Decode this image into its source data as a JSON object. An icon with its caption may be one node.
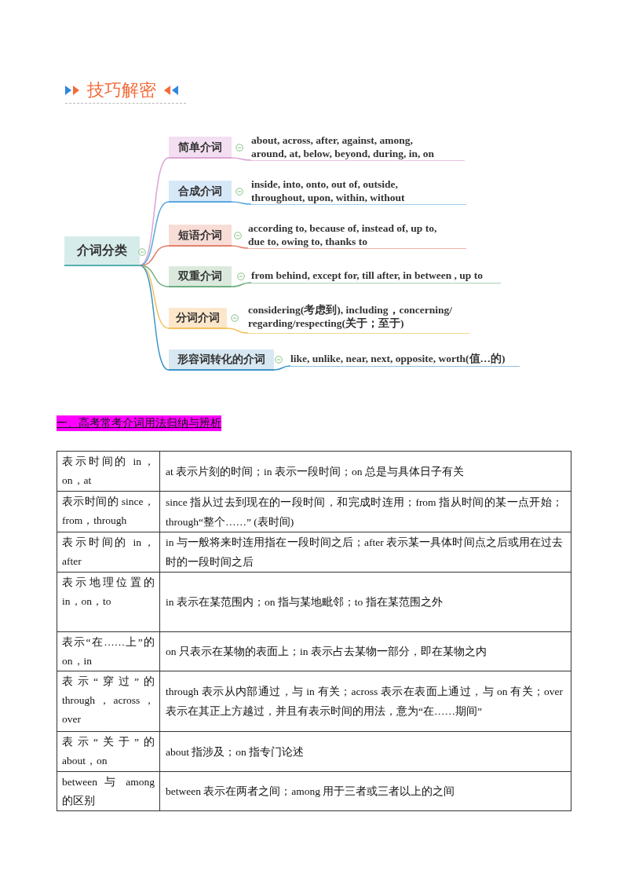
{
  "diagram": {
    "title": "技巧解密",
    "nodes": [
      {
        "text": [
          "介词分类"
        ]
      },
      {
        "text": [
          "简单介词"
        ]
      },
      {
        "text": [
          "about, across, after, against, among, around, at, below, beyond, during, in, on"
        ]
      },
      {
        "text": [
          "合成介词"
        ]
      },
      {
        "text": [
          "inside, into, onto, out of, outside, throughout, upon, within, without"
        ]
      },
      {
        "text": [
          "短语介词"
        ]
      },
      {
        "text": [
          "according to, because of, instead of, up to, due to, owing to, thanks to"
        ]
      },
      {
        "text": [
          "双重介词"
        ]
      },
      {
        "text": [
          "from behind, except for, till after, in between , up to"
        ]
      },
      {
        "text": [
          "分词介词"
        ]
      },
      {
        "text": [
          "considering(考虑到), including，concerning/ regarding/respecting(关于；至于)"
        ]
      },
      {
        "text": [
          "形容词转化的介词"
        ]
      },
      {
        "text": [
          "like, unlike, near, next, opposite, worth(值…的)"
        ]
      }
    ],
    "edges": [
      {
        "from": 0,
        "to": 1,
        "arrow": "none",
        "color": "#dba3d2"
      },
      {
        "from": 1,
        "to": 2,
        "arrow": "none",
        "color": "#dba3d2"
      },
      {
        "from": 0,
        "to": 3,
        "arrow": "none",
        "color": "#5aa8e0"
      },
      {
        "from": 3,
        "to": 4,
        "arrow": "none",
        "color": "#5aa8e0"
      },
      {
        "from": 0,
        "to": 5,
        "arrow": "none",
        "color": "#e2806e"
      },
      {
        "from": 5,
        "to": 6,
        "arrow": "none",
        "color": "#e2806e"
      },
      {
        "from": 0,
        "to": 7,
        "arrow": "none",
        "color": "#6fae80"
      },
      {
        "from": 7,
        "to": 8,
        "arrow": "none",
        "color": "#6fae80"
      },
      {
        "from": 0,
        "to": 9,
        "arrow": "none",
        "color": "#f3c25e"
      },
      {
        "from": 9,
        "to": 10,
        "arrow": "none",
        "color": "#f3c25e"
      },
      {
        "from": 0,
        "to": 11,
        "arrow": "none",
        "color": "#3b95c6"
      },
      {
        "from": 11,
        "to": 12,
        "arrow": "none",
        "color": "#3b95c6"
      }
    ],
    "labels": [
      "一、高考常考介词用法归纳与辨析",
      "表示时间的 in，on，at",
      "at 表示片刻的时间；in 表示一段时间；on 总是与具体日子有关",
      "表示时间的 since，from，through",
      "since 指从过去到现在的一段时间，和完成时连用；from 指从时间的某一点开始；through“整个……” (表时间)",
      "表示时间的 in，after",
      "in 与一般将来时连用指在一段时间之后；after 表示某一具体时间点之后或用在过去时的一段时间之后",
      "表示地理位置的 in，on，to",
      "in 表示在某范围内；on 指与某地毗邻；to 指在某范围之外",
      "表示“在……上”的 on，in",
      "on 只表示在某物的表面上；in 表示占去某物一部分，即在某物之内",
      "表示“穿过”的 through，across，over",
      "through 表示从内部通过，与 in 有关；across 表示在表面上通过，与 on 有关；over 表示在其正上方越过，并且有表示时间的用法，意为“在……期间”",
      "表示“关于”的 about，on",
      "about 指涉及；on 指专门论述",
      "between 与 among 的区别",
      "between 表示在两者之间；among 用于三者或三者以上的之间"
    ]
  }
}
